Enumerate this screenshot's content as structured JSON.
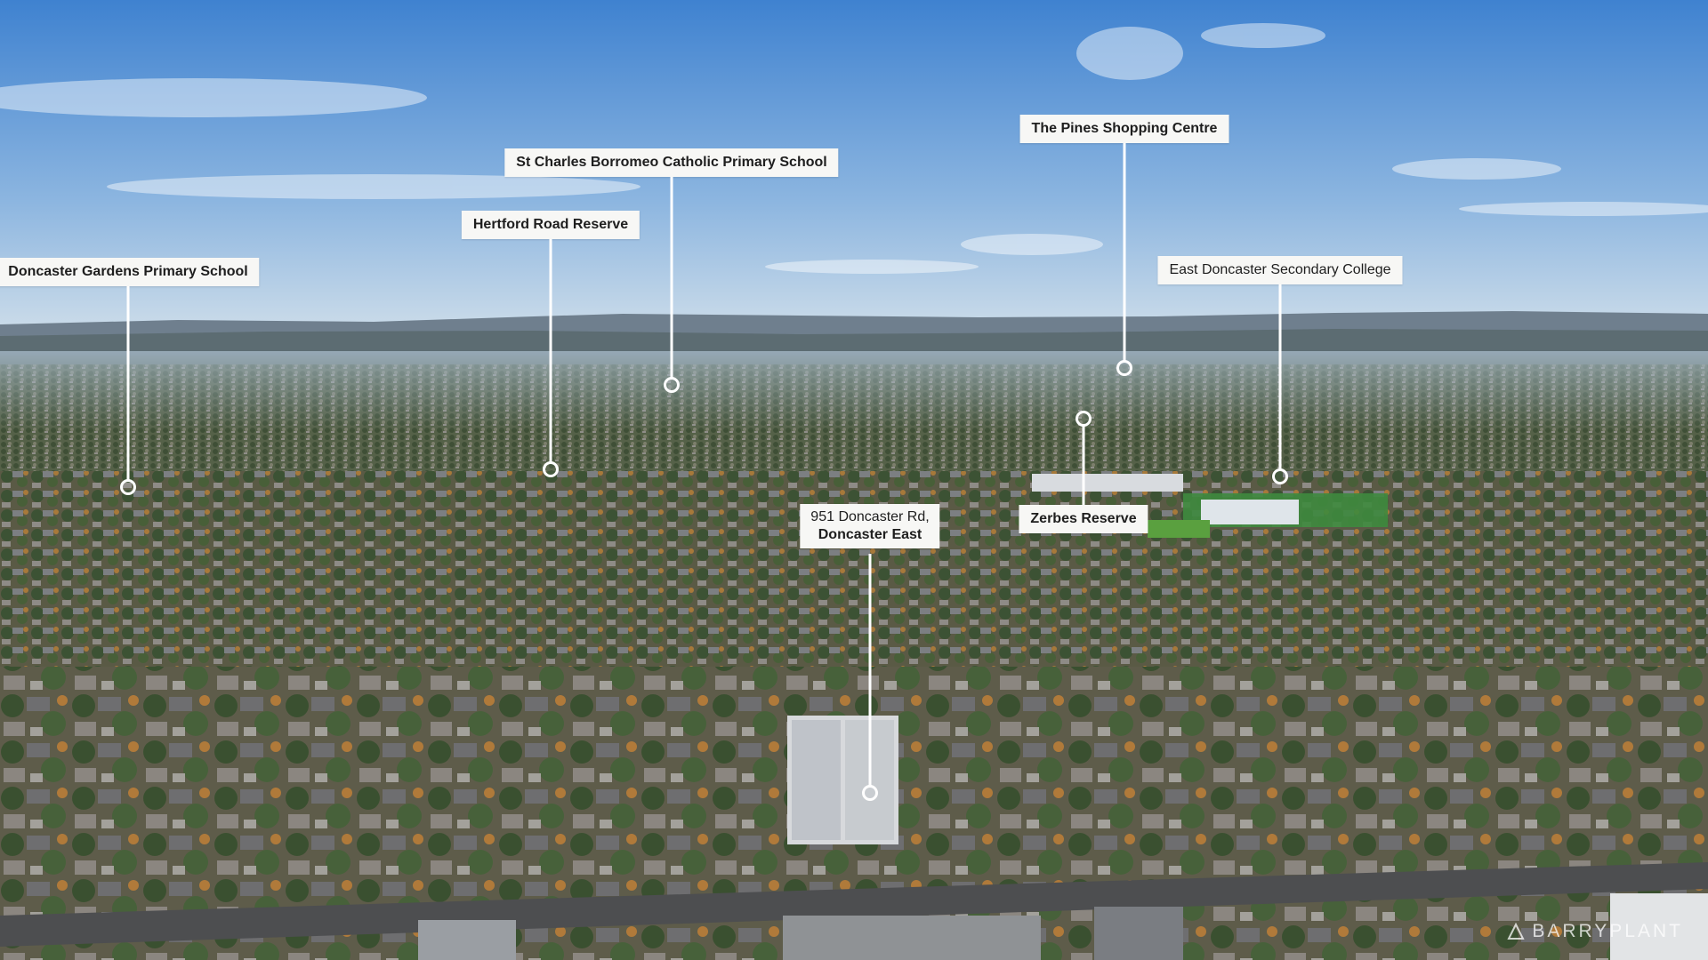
{
  "image": {
    "alt_subject": "aerial-suburb-view",
    "colors": {
      "sky_top": "#4f8fd6",
      "sky_horizon": "#c9dbea",
      "hills": "#5d6f80",
      "canopy": "#3f5a3a",
      "rooftops": "#8a8f96",
      "label_bg": "#f7f7f5",
      "label_text": "#1e1e1e",
      "pin": "#ffffff"
    }
  },
  "callouts": [
    {
      "id": "doncaster-gardens",
      "label": "Doncaster Gardens Primary School",
      "bold": true
    },
    {
      "id": "hertford-road",
      "label": "Hertford Road Reserve",
      "bold": true
    },
    {
      "id": "st-charles",
      "label": "St Charles Borromeo Catholic Primary School",
      "bold": true
    },
    {
      "id": "the-pines",
      "label": "The Pines Shopping Centre",
      "bold": true
    },
    {
      "id": "east-doncaster",
      "label": "East Doncaster Secondary College",
      "bold": false
    },
    {
      "id": "zerbes",
      "label": "Zerbes Reserve",
      "bold": true
    }
  ],
  "property": {
    "line1": "951 Doncaster Rd,",
    "line2": "Doncaster East"
  },
  "watermark": {
    "text": "BARRYPLANT",
    "icon": "barry-plant-logo-icon"
  }
}
